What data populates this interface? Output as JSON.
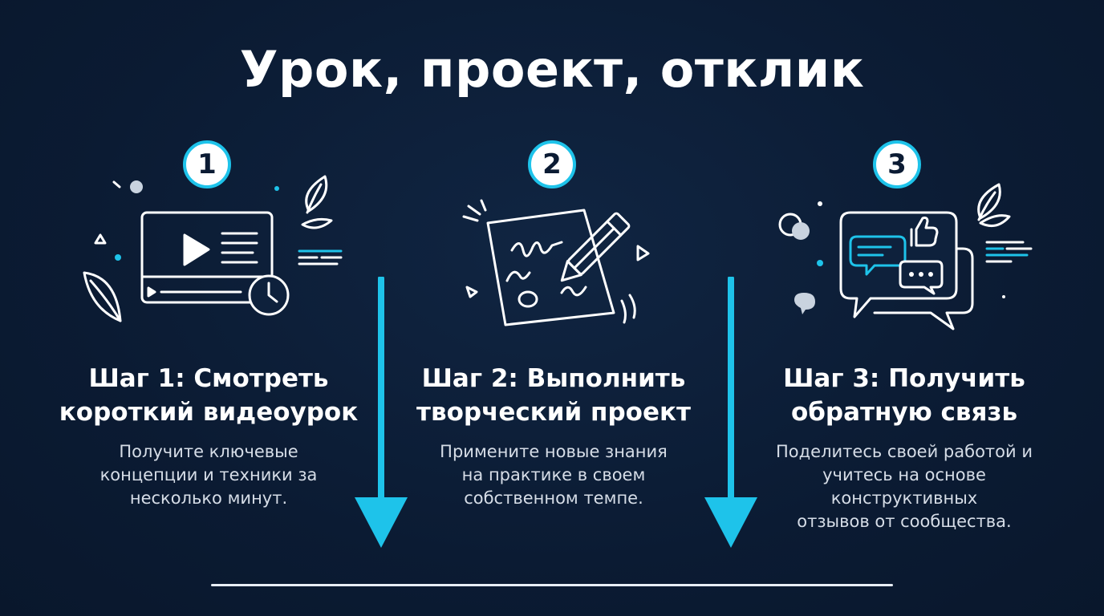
{
  "title": "Урок, проект, отклик",
  "steps": [
    {
      "number": "1",
      "icon": "video-lesson-icon",
      "title_line1": "Шаг 1: Смотреть",
      "title_line2": "короткий видеоурок",
      "desc_line1": "Получите ключевые",
      "desc_line2": "концепции и техники за",
      "desc_line3": "несколько минут."
    },
    {
      "number": "2",
      "icon": "pencil-paper-icon",
      "title_line1": "Шаг 2: Выполнить",
      "title_line2": "творческий проект",
      "desc_line1": "Примените новые знания",
      "desc_line2": "на практике в своем",
      "desc_line3": "собственном темпе."
    },
    {
      "number": "3",
      "icon": "feedback-chat-icon",
      "title_line1": "Шаг 3: Получить",
      "title_line2": "обратную связь",
      "desc_line1": "Поделитесь своей работой и",
      "desc_line2": "учитесь на основе",
      "desc_line3": "конструктивных",
      "desc_line4": "отзывов от сообщества."
    }
  ],
  "colors": {
    "background": "#0b1b33",
    "accent": "#1ec3ea",
    "text": "#ffffff",
    "muted_text": "#d6dde7"
  }
}
